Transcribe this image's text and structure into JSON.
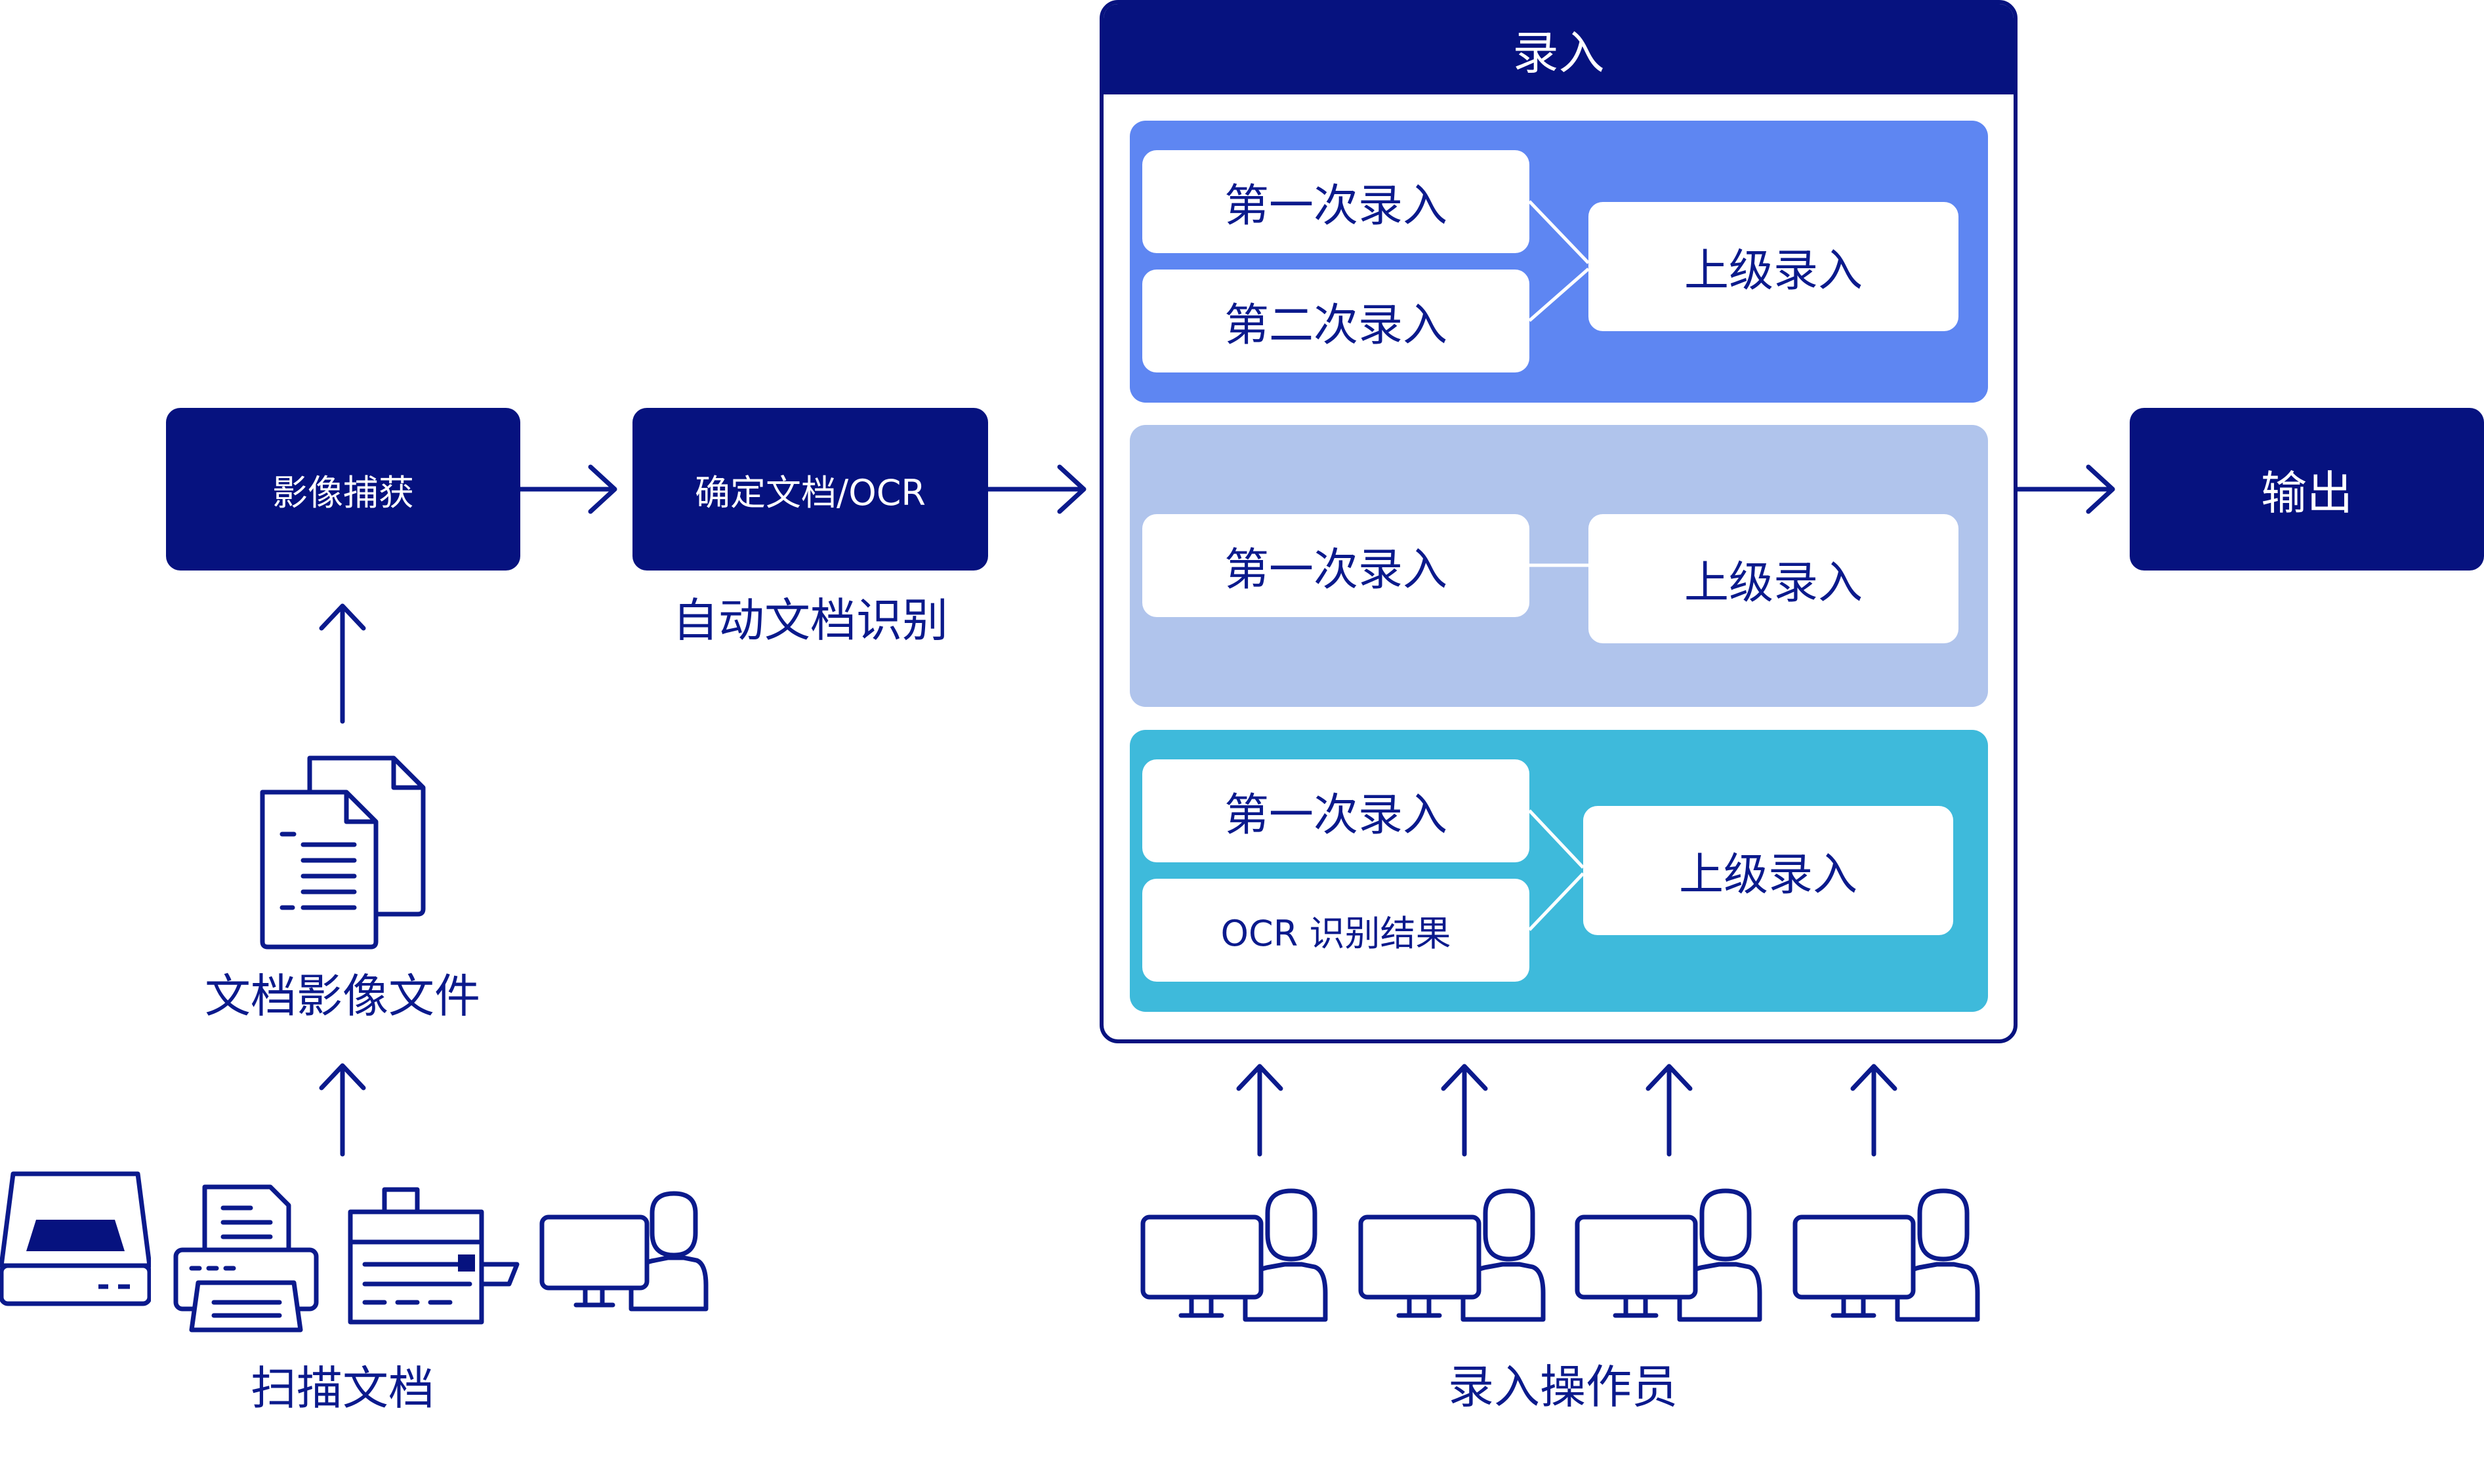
{
  "colors": {
    "navy": "#06127f",
    "text_blue": "#0b1a8c",
    "band_1": "#5e86f2",
    "band_2": "#b0c4ec",
    "band_3": "#3ebadb",
    "white": "#ffffff"
  },
  "capture": {
    "box_label": "影像捕获",
    "files_label": "文档影像文件",
    "scan_label": "扫描文档",
    "devices": [
      "scanner-icon",
      "printer-icon",
      "copier-icon",
      "computer-user-icon"
    ],
    "file_icon": "document-stack-icon"
  },
  "ocr": {
    "box_label": "确定文档/OCR",
    "caption": "自动文档识别"
  },
  "entry": {
    "title": "录入",
    "group_1": {
      "first": "第一次录入",
      "second": "第二次录入",
      "supervisor": "上级录入"
    },
    "group_2": {
      "first": "第一次录入",
      "supervisor": "上级录入"
    },
    "group_3": {
      "first": "第一次录入",
      "ocr_result": "OCR 识别结果",
      "supervisor": "上级录入"
    },
    "operators_label": "录入操作员",
    "operator_icon": "computer-user-icon"
  },
  "output": {
    "box_label": "输出"
  }
}
